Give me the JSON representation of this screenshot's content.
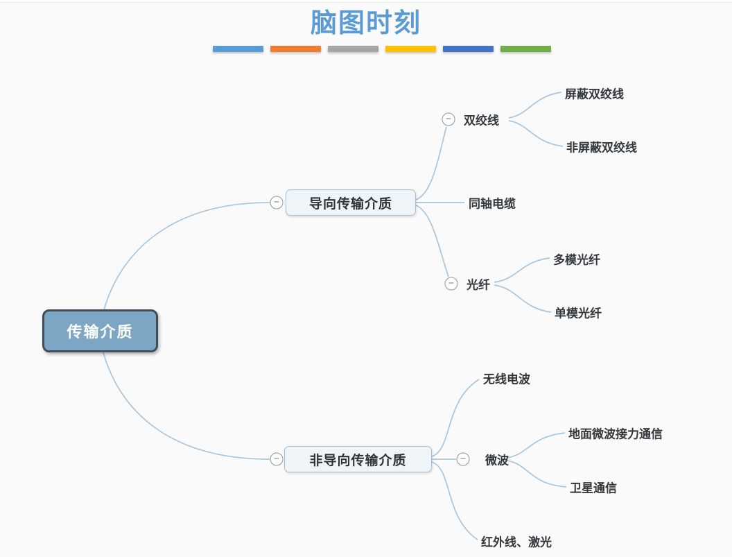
{
  "title": "脑图时刻",
  "title_color": "#5b9bd5",
  "accent_bars": [
    {
      "name": "accent-bar-blue",
      "color": "#5b9bd5"
    },
    {
      "name": "accent-bar-orange",
      "color": "#ed7d31"
    },
    {
      "name": "accent-bar-gray",
      "color": "#a5a5a5"
    },
    {
      "name": "accent-bar-gold",
      "color": "#ffc000"
    },
    {
      "name": "accent-bar-dark-blue",
      "color": "#4472c4"
    },
    {
      "name": "accent-bar-green",
      "color": "#70ad47"
    }
  ],
  "icons": {
    "collapse_glyph": "−"
  },
  "colors": {
    "canvas_background": "#fafafa",
    "connector_line": "#a8c5dc",
    "root_fill": "#7da6c5",
    "root_border": "#414e59",
    "branch_fill": "#eff4f8",
    "branch_border": "#a6c2d8",
    "leaf_text": "#33383d"
  },
  "mindmap": {
    "root": {
      "label": "传输介质"
    },
    "branches": [
      {
        "label": "导向传输介质",
        "collapsed": false,
        "children": [
          {
            "label": "双绞线",
            "collapsed": false,
            "children": [
              {
                "label": "屏蔽双绞线"
              },
              {
                "label": "非屏蔽双绞线"
              }
            ]
          },
          {
            "label": "同轴电缆"
          },
          {
            "label": "光纤",
            "collapsed": false,
            "children": [
              {
                "label": "多模光纤"
              },
              {
                "label": "单模光纤"
              }
            ]
          }
        ]
      },
      {
        "label": "非导向传输介质",
        "collapsed": false,
        "children": [
          {
            "label": "无线电波"
          },
          {
            "label": "微波",
            "collapsed": false,
            "children": [
              {
                "label": "地面微波接力通信"
              },
              {
                "label": "卫星通信"
              }
            ]
          },
          {
            "label": "红外线、激光"
          }
        ]
      }
    ]
  }
}
